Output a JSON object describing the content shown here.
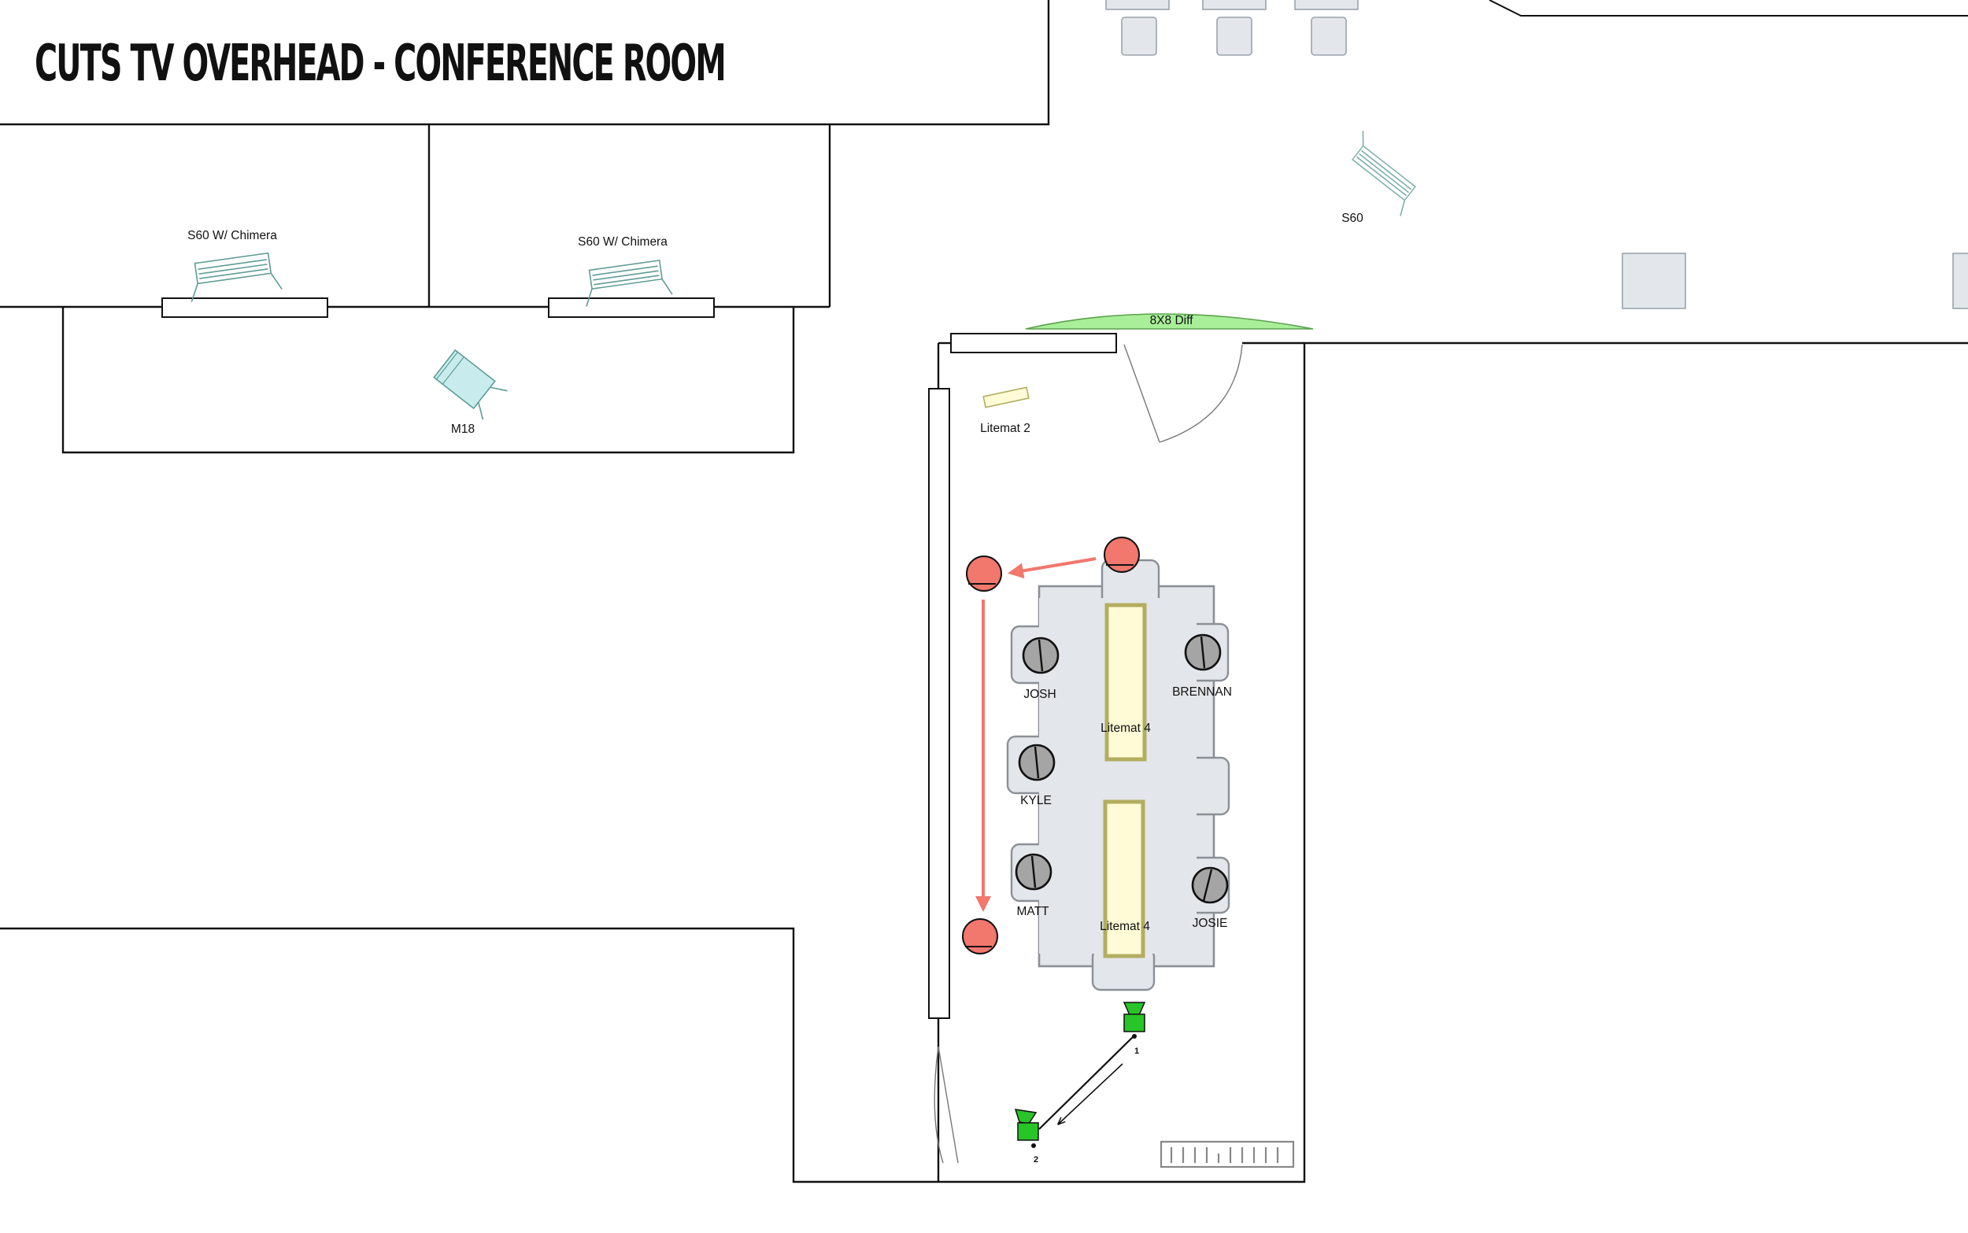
{
  "title": "CUTS TV OVERHEAD - CONFERENCE ROOM",
  "labels": {
    "s60_chimera_left": "S60 W/ Chimera",
    "s60_chimera_right": "S60 W/ Chimera",
    "m18": "M18",
    "s60": "S60",
    "diff": "8X8 Diff",
    "litemat2": "Litemat 2",
    "litemat4_top": "Litemat 4",
    "litemat4_bottom": "Litemat 4"
  },
  "people": {
    "josh": "JOSH",
    "brennan": "BRENNAN",
    "kyle": "KYLE",
    "matt": "MATT",
    "josie": "JOSIE"
  },
  "cameras": {
    "cam1": "1",
    "cam2": "2"
  },
  "colors": {
    "talent": "#f2776d",
    "camera": "#27c527",
    "litemat_fill": "#fffbd6",
    "litemat_border": "#b3ad5f",
    "diffusion": "#a9ef9a",
    "light_fixture": "#c8ecee"
  }
}
